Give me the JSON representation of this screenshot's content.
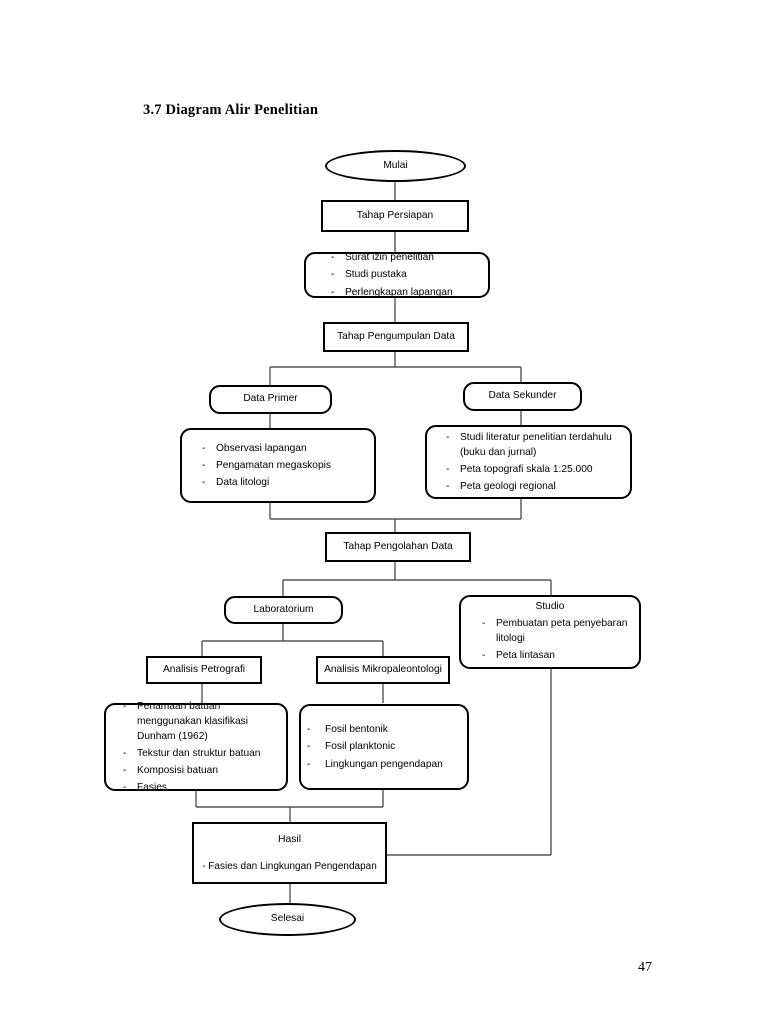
{
  "document": {
    "heading": "3.7 Diagram Alir Penelitian",
    "page_number": "47"
  },
  "flowchart": {
    "title": "Diagram Alir Penelitian",
    "nodes": {
      "start": {
        "label": "Mulai",
        "shape": "oval"
      },
      "tahap_persiapan": {
        "label": "Tahap Persiapan",
        "shape": "rectangle"
      },
      "persiapan_detail": {
        "shape": "rounded-rectangle",
        "items": [
          "Surat izin penelitian",
          "Studi pustaka",
          "Perlengkapan lapangan"
        ]
      },
      "tahap_pengumpulan": {
        "label": "Tahap Pengumpulan Data",
        "shape": "rectangle"
      },
      "data_primer": {
        "label": "Data Primer",
        "shape": "rounded-rectangle"
      },
      "data_primer_detail": {
        "shape": "rounded-rectangle",
        "items": [
          "Observasi lapangan",
          "Pengamatan megaskopis",
          "Data litologi"
        ]
      },
      "data_sekunder": {
        "label": "Data Sekunder",
        "shape": "rounded-rectangle"
      },
      "data_sekunder_detail": {
        "shape": "rounded-rectangle",
        "items": [
          "Studi literatur penelitian terdahulu (buku dan jurnal)",
          "Peta topografi skala 1:25.000",
          "Peta geologi regional"
        ]
      },
      "tahap_pengolahan": {
        "label": "Tahap Pengolahan Data",
        "shape": "rectangle"
      },
      "laboratorium": {
        "label": "Laboratorium",
        "shape": "rounded-rectangle"
      },
      "studio": {
        "label": "Studio",
        "shape": "rounded-rectangle",
        "items": [
          "Pembuatan peta penyebaran litologi",
          "Peta lintasan"
        ]
      },
      "analisis_petrografi": {
        "label": "Analisis Petrografi",
        "shape": "rectangle"
      },
      "analisis_mikropaleontologi": {
        "label": "Analisis Mikropaleontologi",
        "shape": "rectangle"
      },
      "petrografi_detail": {
        "shape": "rounded-rectangle",
        "items": [
          "Penamaan batuan menggunakan klasifikasi Dunham (1962)",
          "Tekstur dan struktur batuan",
          "Komposisi batuan",
          "Fasies"
        ]
      },
      "mikropaleontologi_detail": {
        "shape": "rounded-rectangle",
        "items": [
          "Fosil bentonik",
          "Fosil planktonic",
          "Lingkungan pengendapan"
        ]
      },
      "hasil": {
        "label": "Hasil",
        "shape": "rectangle",
        "subtitle": "- Fasies dan Lingkungan Pengendapan"
      },
      "end": {
        "label": "Selesai",
        "shape": "oval"
      }
    },
    "colors": {
      "stroke": "#000000",
      "fill": "#ffffff",
      "connector": "#555555"
    }
  }
}
